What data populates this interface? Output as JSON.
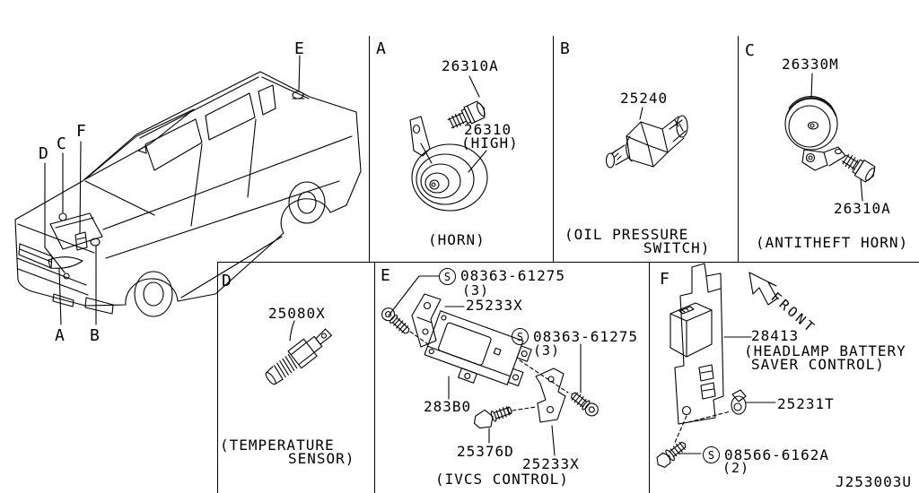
{
  "doc": {
    "code": "J253003U"
  },
  "colors": {
    "ink": "#000000",
    "paper": "#ffffff"
  },
  "car": {
    "callouts": {
      "a": "A",
      "b": "B",
      "c": "C",
      "d": "D",
      "e": "E",
      "f": "F"
    }
  },
  "panel_a": {
    "letter": "A",
    "bolt_part": "26310A",
    "horn_part": "26310",
    "horn_variant": "(HIGH)",
    "caption": "(HORN)"
  },
  "panel_b": {
    "letter": "B",
    "switch_part": "25240",
    "caption_line1": "(OIL PRESSURE",
    "caption_line2": "SWITCH)"
  },
  "panel_c": {
    "letter": "C",
    "horn_part": "26330M",
    "bolt_part": "26310A",
    "caption": "(ANTITHEFT HORN)"
  },
  "panel_d": {
    "letter": "D",
    "sensor_part": "25080X",
    "caption_line1": "(TEMPERATURE",
    "caption_line2": "SENSOR)"
  },
  "panel_e": {
    "letter": "E",
    "s_symbol": "S",
    "screw1_part": "08363-61275",
    "screw1_qty": "(3)",
    "bracket1_part": "25233X",
    "screw2_part": "08363-61275",
    "screw2_qty": "(3)",
    "unit_part": "283B0",
    "bolt_part": "25376D",
    "bracket2_part": "25233X",
    "caption": "(IVCS CONTROL)"
  },
  "panel_f": {
    "letter": "F",
    "front_label": "FRONT",
    "unit_part": "28413",
    "unit_caption_line1": "(HEADLAMP BATTERY",
    "unit_caption_line2": "SAVER CONTROL)",
    "grommet_part": "25231T",
    "s_symbol": "S",
    "screw_part": "08566-6162A",
    "screw_qty": "(2)"
  }
}
